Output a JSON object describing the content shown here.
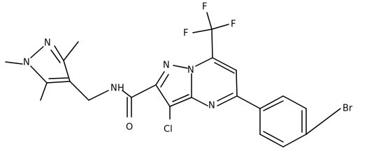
{
  "atoms": {
    "f1": "F",
    "f2": "F",
    "f3": "F",
    "n_ring6": "N",
    "n_pz_top": "N",
    "n_pz_bridge": "N",
    "n_amide": "N",
    "h_amide": "H",
    "o_carbonyl": "O",
    "cl": "Cl",
    "br": "Br",
    "n_pyrazole_a": "N",
    "n_pyrazole_b": "N"
  }
}
